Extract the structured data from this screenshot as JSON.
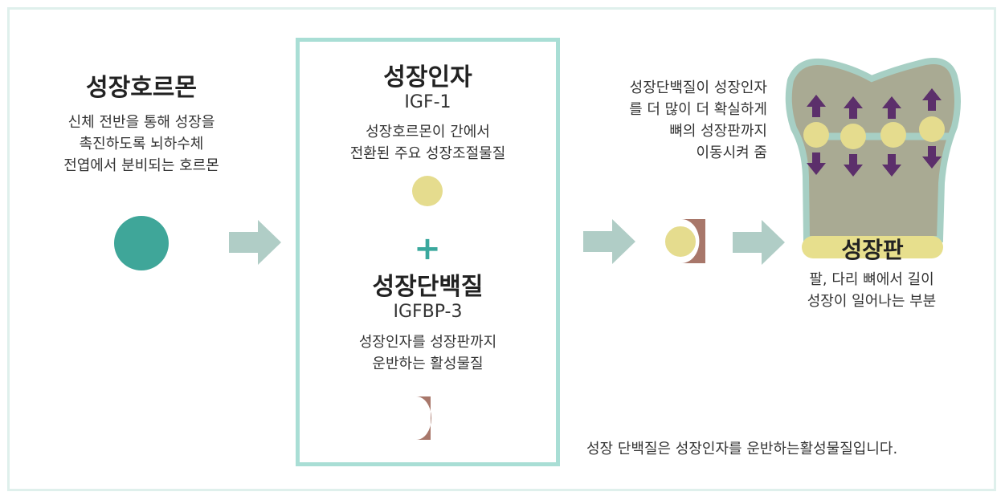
{
  "colors": {
    "frame_border": "#dff0ec",
    "center_border": "#a9ded5",
    "arrow": "#b0cdc6",
    "hormone_circle": "#3fa699",
    "factor_circle": "#e5dc8e",
    "protein_shape": "#a8776a",
    "plus": "#3aa89d",
    "bone_body": "#a9aa93",
    "bone_outline": "#a7cfc4",
    "growth_plate": "#e7df8d",
    "bone_arrow": "#5c2f6b"
  },
  "hormone": {
    "title": "성장호르몬",
    "desc_1": "신체 전반을 통해 성장을",
    "desc_2": "촉진하도록 뇌하수체",
    "desc_3": "전엽에서 분비되는 호르몬"
  },
  "factor": {
    "title": "성장인자",
    "code": "IGF-1",
    "desc_1": "성장호르몬이 간에서",
    "desc_2": "전환된 주요 성장조절물질"
  },
  "plus_sign": "+",
  "protein": {
    "title": "성장단백질",
    "code": "IGFBP-3",
    "desc_1": "성장인자를 성장판까지",
    "desc_2": "운반하는 활성물질"
  },
  "transport": {
    "line_1": "성장단백질이 성장인자",
    "line_2": "를 더 많이 더 확실하게",
    "line_3": "뼈의 성장판까지",
    "line_4": "이동시켜 줌"
  },
  "plate": {
    "title": "성장판",
    "desc_1": "팔, 다리 뼈에서 길이",
    "desc_2": "성장이 일어나는 부분"
  },
  "footnote": "성장 단백질은 성장인자를 운반하는활성물질입니다."
}
